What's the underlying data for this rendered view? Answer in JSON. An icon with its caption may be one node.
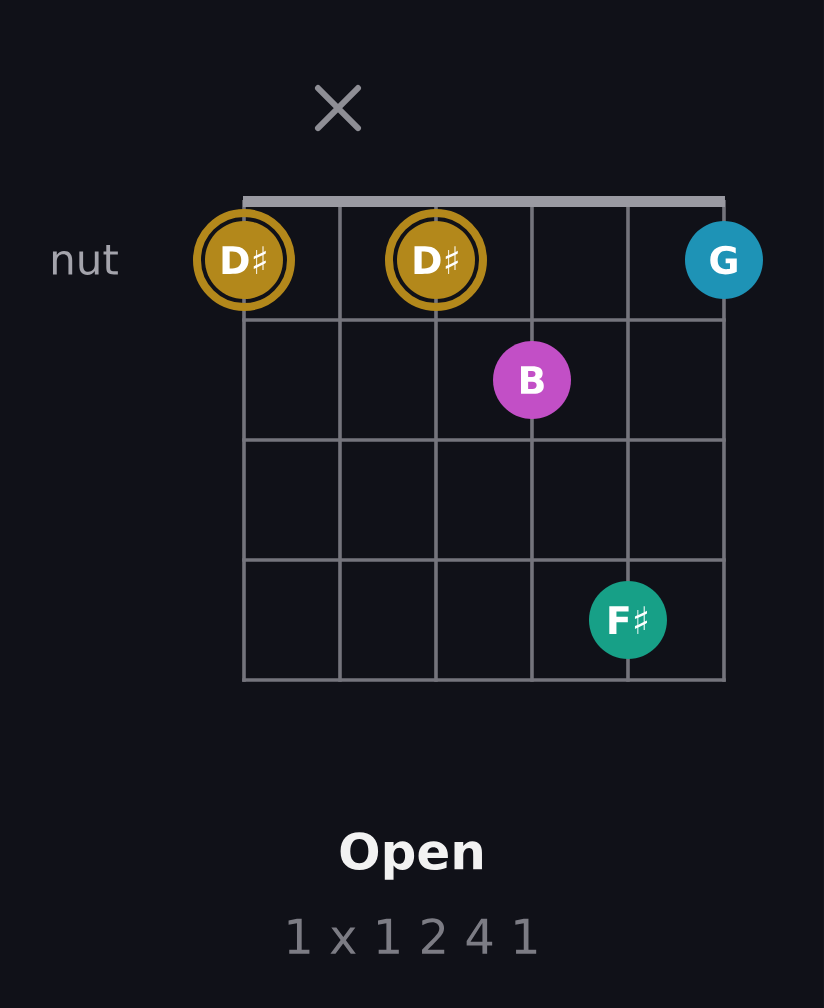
{
  "diagram": {
    "title": "Open",
    "caption": "1 x 1 2 4 1",
    "nodes": [
      {
        "text": [
          "D♯"
        ]
      },
      {
        "text": [
          "D♯"
        ]
      },
      {
        "text": [
          "G"
        ]
      },
      {
        "text": [
          "B"
        ]
      },
      {
        "text": [
          "F♯"
        ]
      }
    ],
    "labels": [
      "nut"
    ]
  }
}
